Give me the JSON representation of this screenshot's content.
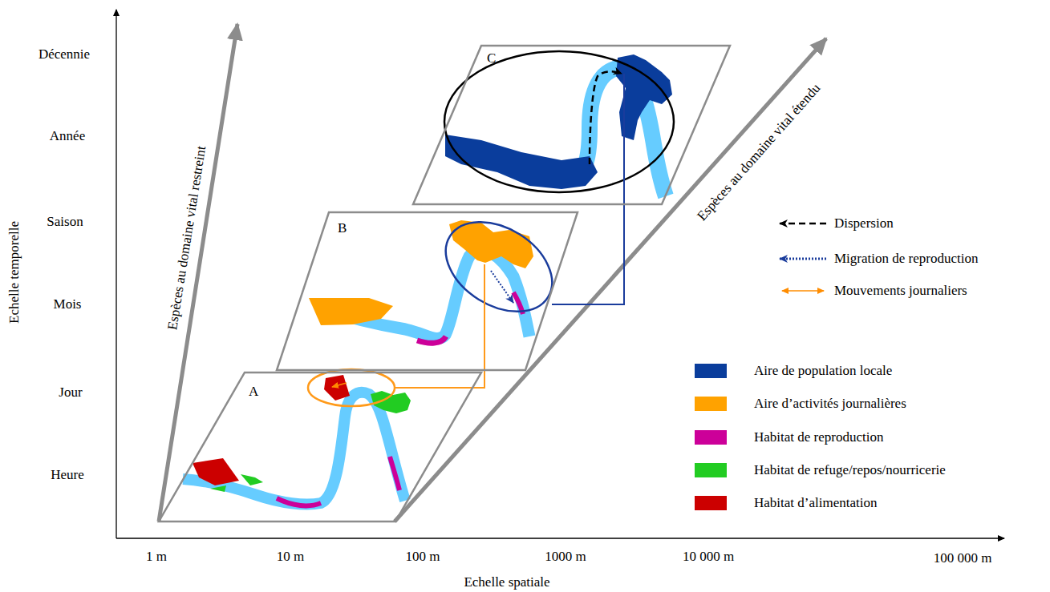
{
  "diagram": {
    "nodes": [
      {
        "text": [
          "A"
        ]
      },
      {
        "text": [
          "B"
        ]
      },
      {
        "text": [
          "C"
        ]
      }
    ],
    "edges": [
      {
        "from": 0,
        "to": 1,
        "arrow": "none"
      },
      {
        "from": 1,
        "to": 2,
        "arrow": "none"
      }
    ],
    "labels": [
      "Echelle temporelle",
      "Décennie",
      "Année",
      "Saison",
      "Mois",
      "Jour",
      "Heure",
      "Echelle spatiale",
      "1 m",
      "10 m",
      "100 m",
      "1000 m",
      "10 000 m",
      "100 000 m",
      "Espèces au domaine vital restreint",
      "Espèces au domaine vital étendu"
    ],
    "legend": [
      {
        "text": "Dispersion"
      },
      {
        "text": "Migration de reproduction"
      },
      {
        "text": "Mouvements journaliers"
      },
      {
        "text": "Aire de population locale",
        "color": "#0a3d9c"
      },
      {
        "text": "Aire d’activités journalières",
        "color": "#ffa200"
      },
      {
        "text": "Habitat de reproduction",
        "color": "#cc0099"
      },
      {
        "text": "Habitat de refuge/repos/nourricerie",
        "color": "#22cc22"
      },
      {
        "text": "Habitat d’alimentation",
        "color": "#cc0000"
      }
    ]
  }
}
